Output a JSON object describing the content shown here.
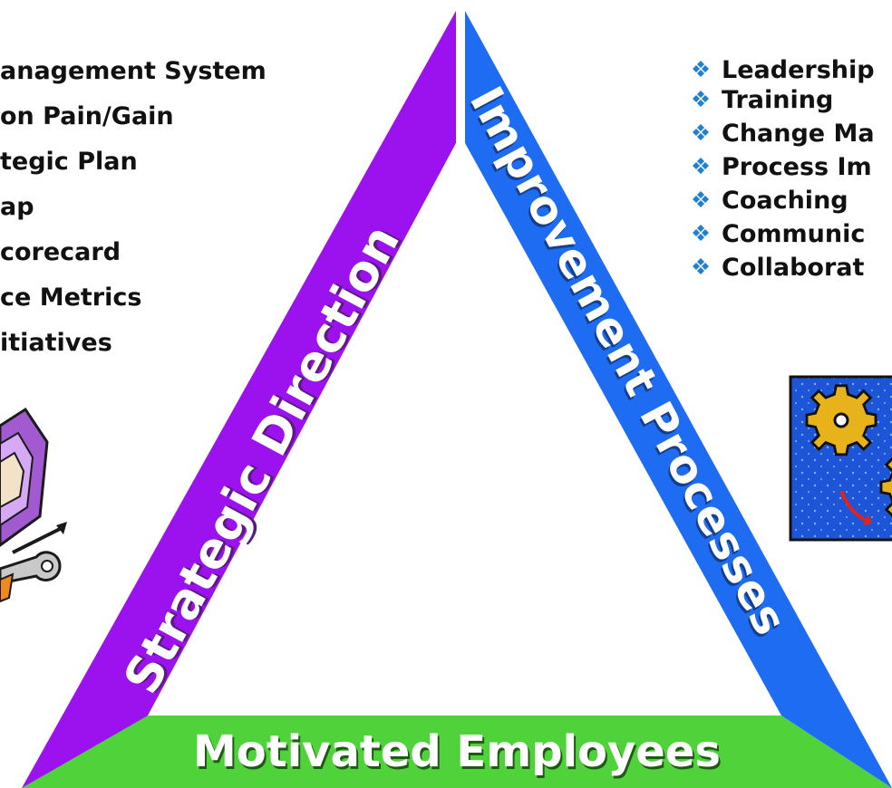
{
  "triangle": {
    "left_side_label": "Strategic Direction",
    "right_side_label": "Improvement Processes",
    "base_label": "Motivated Employees",
    "colors": {
      "left_side": "#9b12ee",
      "right_side": "#1e6cf2",
      "base": "#4fd23a"
    }
  },
  "left_list": {
    "items": [
      "anagement System",
      "on Pain/Gain",
      "tegic Plan",
      "ap",
      "corecard",
      "ce Metrics",
      "itiatives"
    ]
  },
  "right_list": {
    "bullet_icon": "diamond-cluster-bullet-icon",
    "items": [
      "Leadership",
      "Training",
      "Change Ma",
      "Process Im",
      "Coaching",
      "Communic",
      "Collaborat"
    ]
  },
  "clipart": {
    "left": "toolbox-with-tools-clipart",
    "right": "gears-clipart"
  }
}
